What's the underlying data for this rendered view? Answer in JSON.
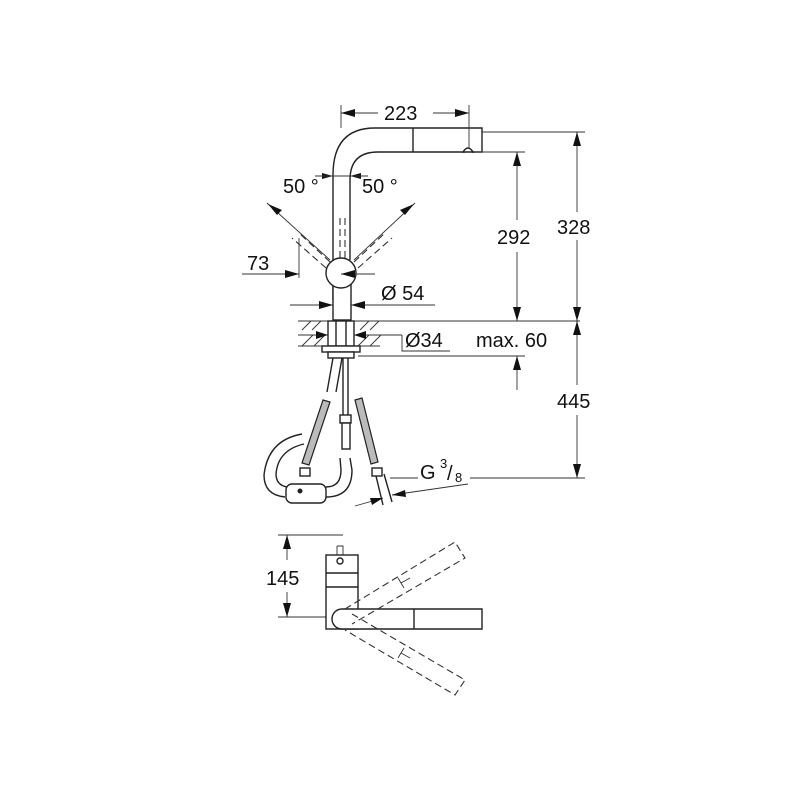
{
  "drawing": {
    "title": "Kitchen faucet dimension drawing",
    "line_color": "#222222",
    "background": "#ffffff"
  },
  "dimensions": {
    "spout_reach": "223",
    "swivel_left": "50 °",
    "swivel_right": "50 °",
    "lever_offset": "73",
    "body_diameter": "Ø 54",
    "spout_height": "292",
    "total_height": "328",
    "hole_diameter": "Ø34",
    "max_deck_thickness": "max. 60",
    "hose_length": "445",
    "connection_thread": "G",
    "connection_thread_num": "3",
    "connection_thread_den": "8",
    "top_view_depth": "145"
  }
}
